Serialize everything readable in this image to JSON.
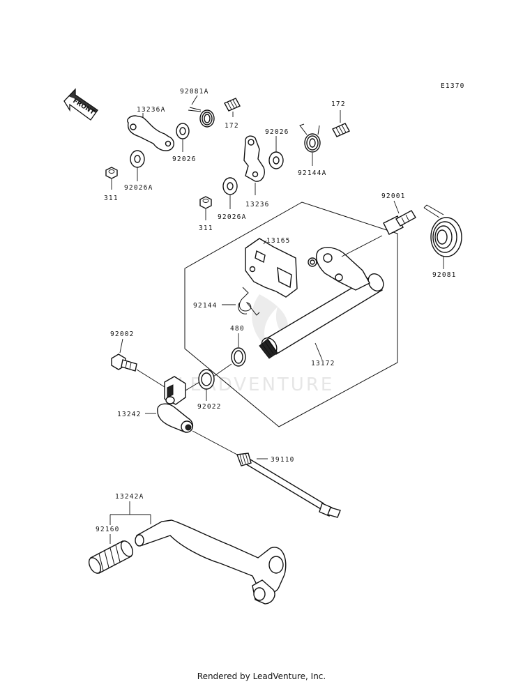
{
  "diagram_code": "E1370",
  "front_arrow_label": "FRONT",
  "watermark": "LEADVENTURE",
  "footer": "Rendered by LeadVenture, Inc.",
  "parts": {
    "p92081A": "92081A",
    "p13236A": "13236A",
    "p172_top": "172",
    "p172_right": "172",
    "p92026_mid": "92026",
    "p92026_top": "92026",
    "p92144A": "92144A",
    "p311_left": "311",
    "p92026A_left": "92026A",
    "p13236": "13236",
    "p311_mid": "311",
    "p92026A_mid": "92026A",
    "p92001": "92001",
    "p13165": "13165",
    "p92081": "92081",
    "p92144": "92144",
    "p480": "480",
    "p92002": "92002",
    "p13172": "13172",
    "p92022": "92022",
    "p13242": "13242",
    "p39110": "39110",
    "p13242A": "13242A",
    "p92160": "92160"
  }
}
